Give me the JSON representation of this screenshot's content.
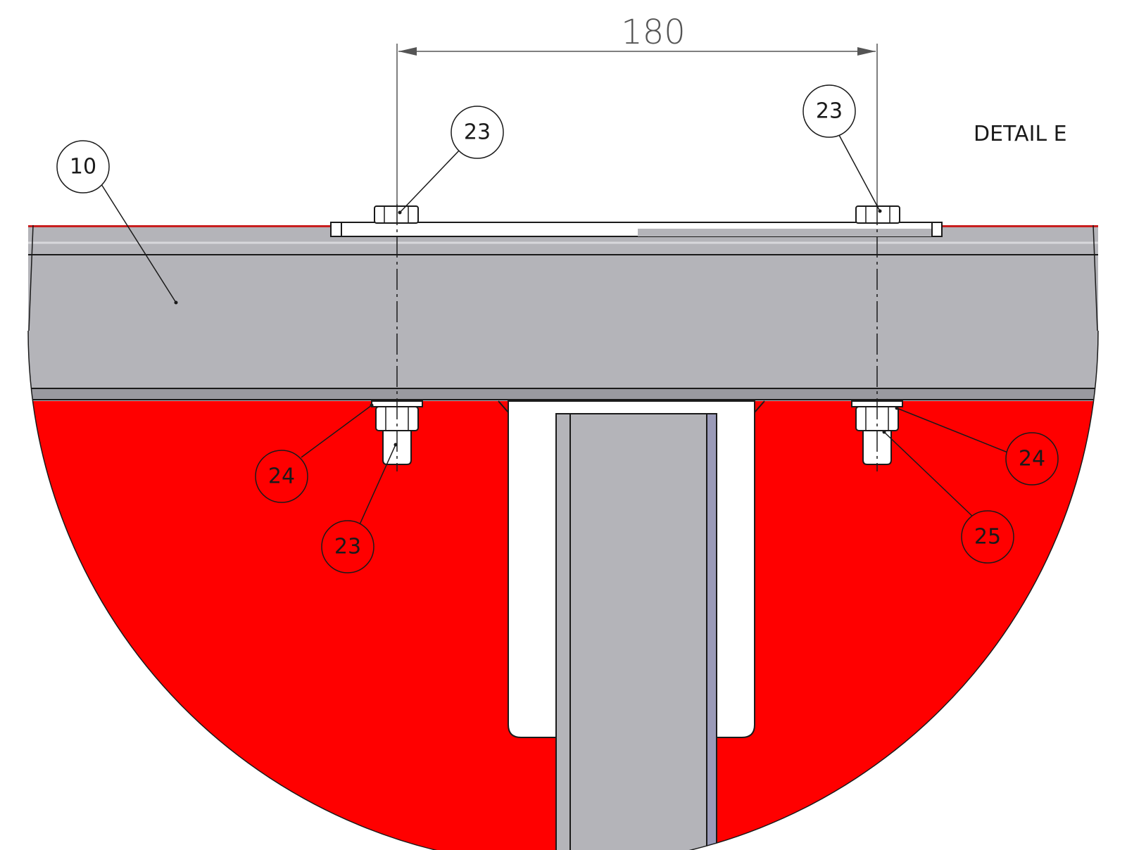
{
  "dimension": {
    "value": "180"
  },
  "view_label": "DETAIL E",
  "balloons": [
    {
      "id": "balloon-10",
      "label": "10"
    },
    {
      "id": "balloon-23-top-left",
      "label": "23"
    },
    {
      "id": "balloon-23-top-right",
      "label": "23"
    },
    {
      "id": "balloon-24-left",
      "label": "24"
    },
    {
      "id": "balloon-23-bottom-left",
      "label": "23"
    },
    {
      "id": "balloon-24-right",
      "label": "24"
    },
    {
      "id": "balloon-25",
      "label": "25"
    }
  ],
  "colors": {
    "steel_gray": "#b4b4b9",
    "section_red": "#ff0000",
    "line_dark": "#1a1a1a",
    "background": "#ffffff"
  }
}
